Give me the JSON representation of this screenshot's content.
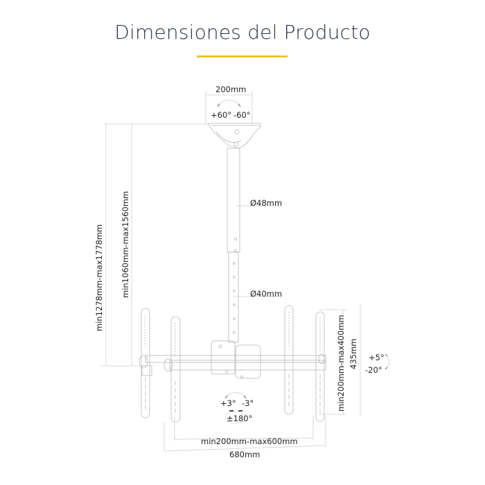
{
  "header": {
    "title": "Dimensiones del Producto",
    "accent_color": "#f2c230"
  },
  "diagram": {
    "ceiling_plate_width": "200mm",
    "swivel_left": "+60°",
    "swivel_right": "-60°",
    "total_height": "min1278mm-max1778mm",
    "pole_length": "min1060mm-max1560mm",
    "upper_pole_diameter": "Ø48mm",
    "lower_pole_diameter": "Ø40mm",
    "vesa_vertical": "min200mm-max400mm",
    "bracket_height": "435mm",
    "tilt_up": "+5°",
    "tilt_down": "-20°",
    "roll_left": "+3°",
    "roll_right": "-3°",
    "rotation": "±180°",
    "vesa_horizontal": "min200mm-max600mm",
    "overall_width": "680mm"
  }
}
